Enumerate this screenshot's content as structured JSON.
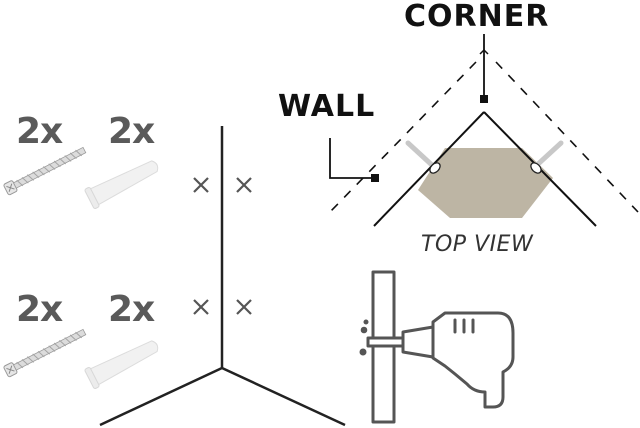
{
  "hardware": {
    "top_row": {
      "screw_qty": "2x",
      "anchor_qty": "2x"
    },
    "bottom_row": {
      "screw_qty": "2x",
      "anchor_qty": "2x"
    }
  },
  "labels": {
    "corner": "CORNER",
    "wall": "WALL",
    "top_view": "TOP VIEW"
  },
  "marks": {
    "drill_mark_glyph": "×"
  },
  "colors": {
    "shelf_fill": "#bdb5a4",
    "line": "#111111",
    "icon_gray": "#555555",
    "qty_text": "#5a5a5a"
  }
}
